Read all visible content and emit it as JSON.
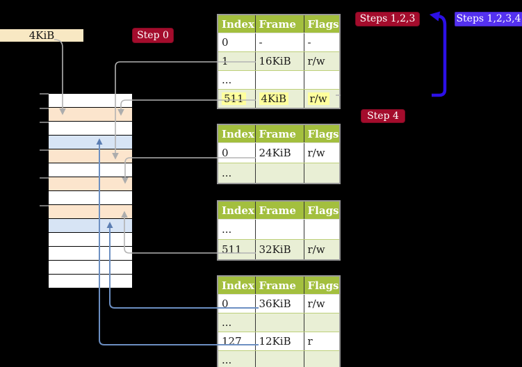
{
  "diagram": {
    "frame_label": "4KiB",
    "step_labels": {
      "step0": "Step 0",
      "steps123": "Steps 1,2,3",
      "steps1234": "Steps 1,2,3,4",
      "step4": "Step 4"
    },
    "page_tables": [
      {
        "name": "page-table-level-4",
        "headers": [
          "Index",
          "Frame",
          "Flags"
        ],
        "rows": [
          [
            "0",
            "-",
            "-"
          ],
          [
            "1",
            "16KiB",
            "r/w"
          ],
          [
            "...",
            "",
            ""
          ],
          [
            "511",
            "4KiB",
            "r/w"
          ]
        ],
        "highlighted_row_index": 3
      },
      {
        "name": "page-table-level-3",
        "headers": [
          "Index",
          "Frame",
          "Flags"
        ],
        "rows": [
          [
            "0",
            "24KiB",
            "r/w"
          ],
          [
            "...",
            "",
            ""
          ]
        ]
      },
      {
        "name": "page-table-level-2",
        "headers": [
          "Index",
          "Frame",
          "Flags"
        ],
        "rows": [
          [
            "...",
            "",
            ""
          ],
          [
            "511",
            "32KiB",
            "r/w"
          ]
        ]
      },
      {
        "name": "page-table-level-1",
        "headers": [
          "Index",
          "Frame",
          "Flags"
        ],
        "rows": [
          [
            "0",
            "36KiB",
            "r/w"
          ],
          [
            "...",
            "",
            ""
          ],
          [
            "127",
            "12KiB",
            "r"
          ],
          [
            "...",
            "",
            ""
          ]
        ]
      }
    ],
    "memory_rows": [
      "white",
      "peach",
      "white",
      "blue",
      "peach",
      "white",
      "peach",
      "white",
      "peach",
      "blue",
      "white",
      "white",
      "white",
      "white"
    ],
    "colors": {
      "background": "#000000",
      "frame_white": "#ffffff",
      "frame_peach": "#fce5cd",
      "frame_blue": "#d7e4f5",
      "frame_box_tan": "#f8e8c3",
      "table_header_green": "#a3bf3e",
      "table_row_green": "#e9efd5",
      "highlight_yellow": "#ffff9d",
      "step_label_red": "#a40c2c",
      "steps_label_blue": "#5431f0",
      "arrow_gray": "#b3b3b3",
      "arrow_steelblue": "#5b7db2",
      "arrow_big_blue": "#2c10e6"
    }
  }
}
